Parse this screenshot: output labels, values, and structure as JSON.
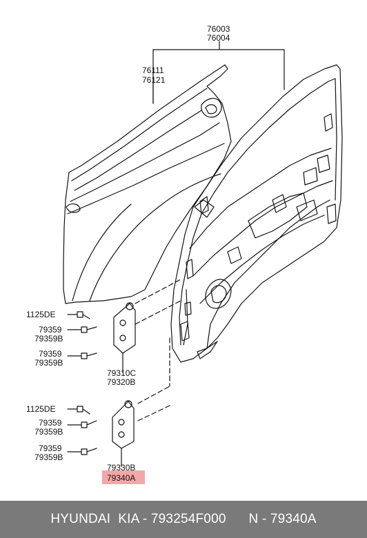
{
  "labels": {
    "door_assy_a": "76003",
    "door_assy_b": "76004",
    "outer_panel_a": "76111",
    "outer_panel_b": "76121",
    "bolt_upper": "1125DE",
    "bolt_a_upper": "79359",
    "bolt_b_upper": "79359B",
    "bolt_a_upper2": "79359",
    "bolt_b_upper2": "79359B",
    "upper_hinge_a": "79310C",
    "upper_hinge_b": "79320B",
    "bolt_lower": "1125DE",
    "bolt_a_lower": "79359",
    "bolt_b_lower": "79359B",
    "bolt_a_lower2": "79359",
    "bolt_b_lower2": "79359B",
    "lower_hinge_a": "79330B",
    "lower_hinge_b": "79340A"
  },
  "footer": {
    "brand_left": "HYUNDAI  KIA - 793254F000",
    "brand_right": "N - 79340A"
  },
  "colors": {
    "highlight": "#f4a7a7",
    "footer_bg": "#7a7a7a"
  }
}
